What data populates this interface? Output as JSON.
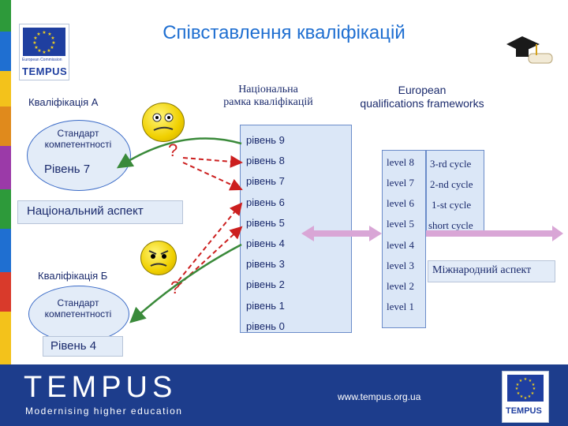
{
  "title": "Співставлення кваліфікацій",
  "eu_logo": {
    "line1": "European Commission",
    "line2": "TEMPUS"
  },
  "headers": {
    "national": [
      "Національна",
      "рамка кваліфікацій"
    ],
    "european": [
      "European",
      "qualifications frameworks"
    ]
  },
  "qual_a": {
    "title": "Кваліфікація А",
    "standard": [
      "Стандарт",
      "компетентності"
    ],
    "level": "Рівень 7"
  },
  "qual_b": {
    "title": "Кваліфікація Б",
    "standard": [
      "Стандарт",
      "компетентності"
    ],
    "level": "Рівень 4"
  },
  "national_aspect": "Національний аспект",
  "international_aspect": "Міжнародний аспект",
  "question_mark": "?",
  "national_levels": [
    "рівень 9",
    "рівень 8",
    "рівень 7",
    "рівень 6",
    "рівень 5",
    "рівень 4",
    "рівень 3",
    "рівень 2",
    "рівень 1",
    "рівень 0"
  ],
  "eu_levels": [
    "level 8",
    "level 7",
    "level 6",
    "level 5",
    "level 4",
    "level 3",
    "level 2",
    "level 1"
  ],
  "cycles": [
    "3-rd cycle",
    "2-nd cycle",
    "1-st cycle",
    "short cycle"
  ],
  "footer": {
    "brand": "TEMPUS",
    "tagline": "Modernising higher education",
    "url": "www.tempus.org.ua",
    "logo_text": "TEMPUS"
  },
  "colors": {
    "title": "#1f6fd1",
    "footer": "#1d3d8c",
    "arrow_red": "#cc1f1f",
    "arrow_green": "#3a8a3a",
    "arrow_pink": "#d9a6d6"
  }
}
